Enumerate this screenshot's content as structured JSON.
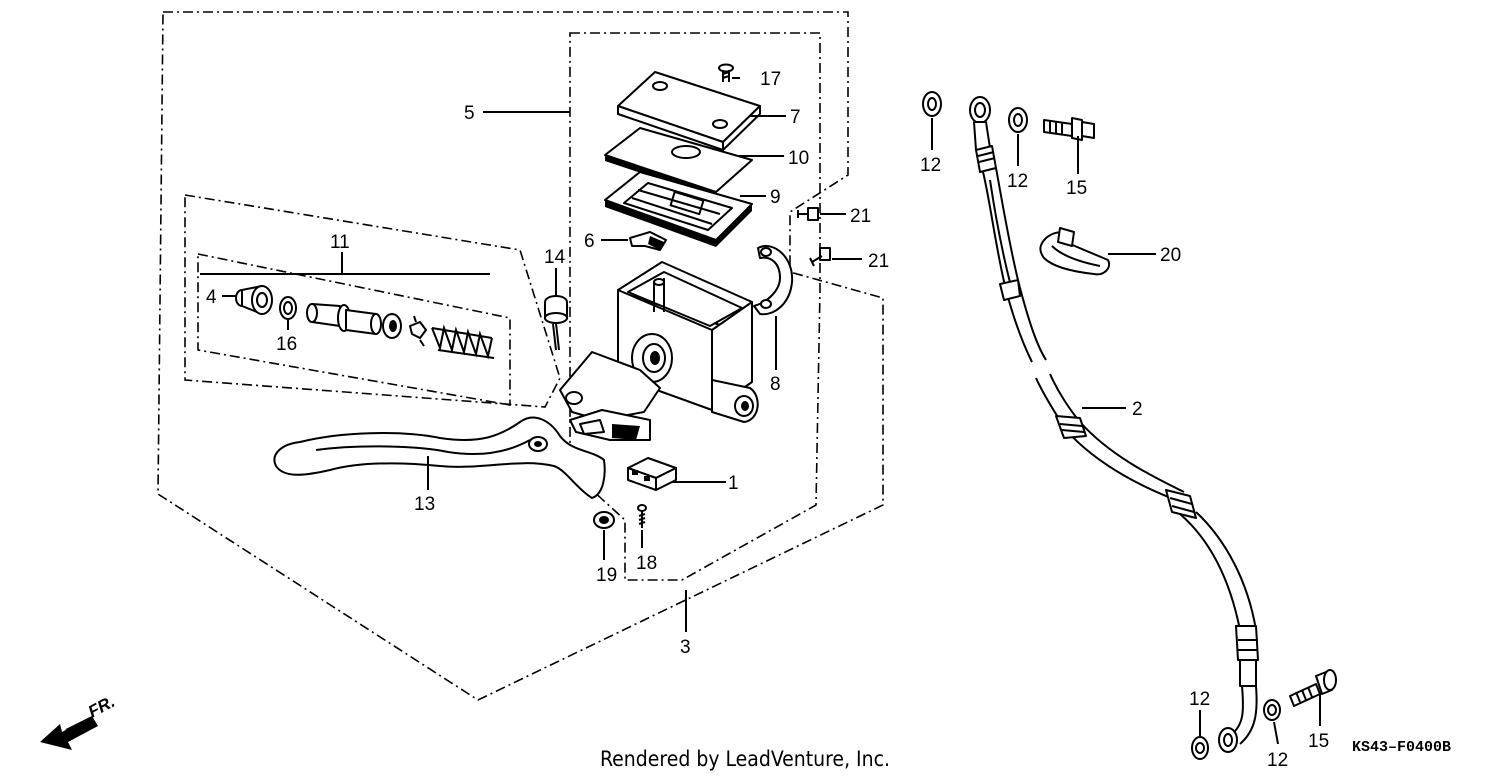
{
  "diagram": {
    "diagram_code": "KS43–F0400B",
    "credit": "Rendered by LeadVenture, Inc.",
    "direction_label": "FR.",
    "callouts": {
      "c1": "1",
      "c2": "2",
      "c3": "3",
      "c4": "4",
      "c5": "5",
      "c6": "6",
      "c7": "7",
      "c8": "8",
      "c9": "9",
      "c10": "10",
      "c11": "11",
      "c12": "12",
      "c13": "13",
      "c14": "14",
      "c15": "15",
      "c16": "16",
      "c17": "17",
      "c18": "18",
      "c19": "19",
      "c20": "20",
      "c21": "21"
    }
  }
}
